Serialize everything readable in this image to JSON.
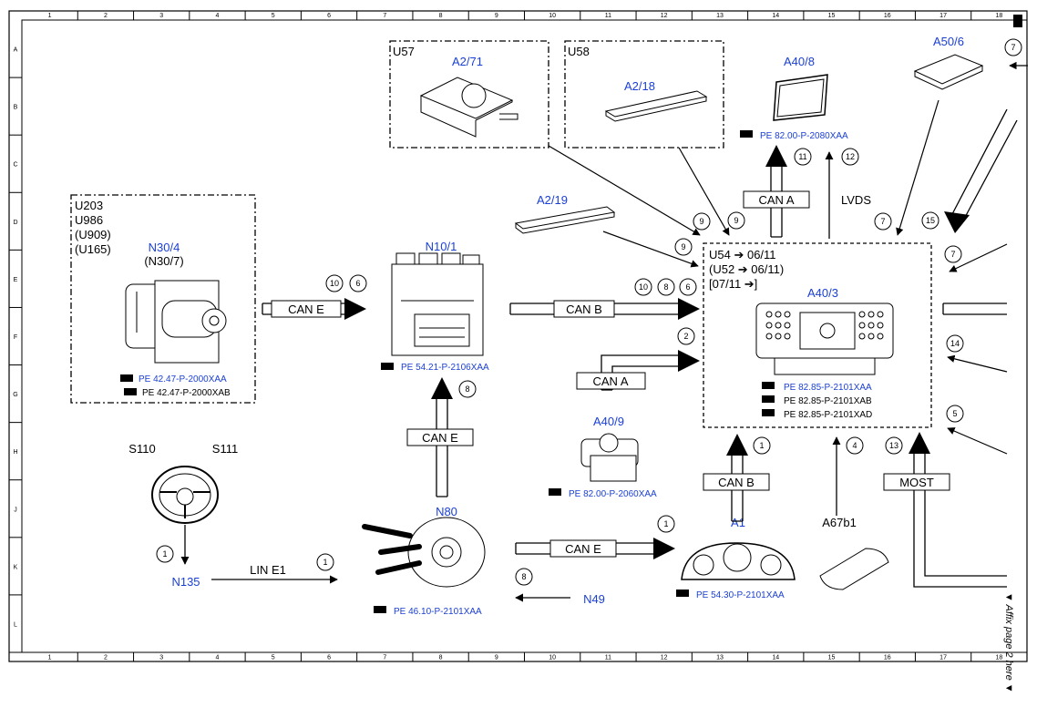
{
  "grid": {
    "columns": [
      "1",
      "2",
      "3",
      "4",
      "5",
      "6",
      "7",
      "8",
      "9",
      "10",
      "11",
      "12",
      "13",
      "14",
      "15",
      "16",
      "17",
      "18"
    ],
    "rows": [
      "A",
      "B",
      "C",
      "D",
      "E",
      "F",
      "G",
      "H",
      "J",
      "K",
      "L"
    ]
  },
  "groups": {
    "u203": {
      "lines": [
        "U203",
        "U986",
        "(U909)",
        "(U165)"
      ]
    },
    "u57": {
      "label": "U57"
    },
    "u58": {
      "label": "U58"
    },
    "a403_notes": {
      "lines": [
        "U54 ➔ 06/11",
        "(U52 ➔ 06/11)",
        "[07/11  ➔]"
      ]
    }
  },
  "components": {
    "n30_4": {
      "id": "N30/4",
      "alt": "(N30/7)",
      "refs": [
        "PE 42.47-P-2000XAA",
        "PE 42.47-P-2000XAB"
      ]
    },
    "n10_1": {
      "id": "N10/1",
      "ref": "PE 54.21-P-2106XAA"
    },
    "a2_71": {
      "id": "A2/71"
    },
    "a2_18": {
      "id": "A2/18"
    },
    "a2_19": {
      "id": "A2/19"
    },
    "a40_8": {
      "id": "A40/8",
      "ref": "PE 82.00-P-2080XAA"
    },
    "a50_6": {
      "id": "A50/6"
    },
    "a40_3": {
      "id": "A40/3",
      "refs": [
        "PE 82.85-P-2101XAA",
        "PE 82.85-P-2101XAB",
        "PE 82.85-P-2101XAD"
      ]
    },
    "a40_9": {
      "id": "A40/9",
      "ref": "PE 82.00-P-2060XAA"
    },
    "s110": {
      "id": "S110"
    },
    "s111": {
      "id": "S111"
    },
    "n135": {
      "id": "N135"
    },
    "n80": {
      "id": "N80",
      "ref": "PE 46.10-P-2101XAA"
    },
    "a1": {
      "id": "A1",
      "ref": "PE 54.30-P-2101XAA"
    },
    "n49": {
      "id": "N49"
    },
    "a67b1": {
      "id": "A67b1"
    }
  },
  "buses": {
    "can_e_1": "CAN E",
    "can_b_1": "CAN B",
    "can_a_1": "CAN A",
    "can_e_2": "CAN E",
    "can_a_2": "CAN A",
    "lvds": "LVDS",
    "can_b_2": "CAN B",
    "most": "MOST",
    "can_e_3": "CAN E",
    "lin_e1": "LIN E1"
  },
  "markers": [
    "1",
    "2",
    "4",
    "5",
    "6",
    "7",
    "8",
    "9",
    "10",
    "11",
    "12",
    "13",
    "14",
    "15"
  ],
  "side_note": "▼ Affix page 2 here ▼"
}
